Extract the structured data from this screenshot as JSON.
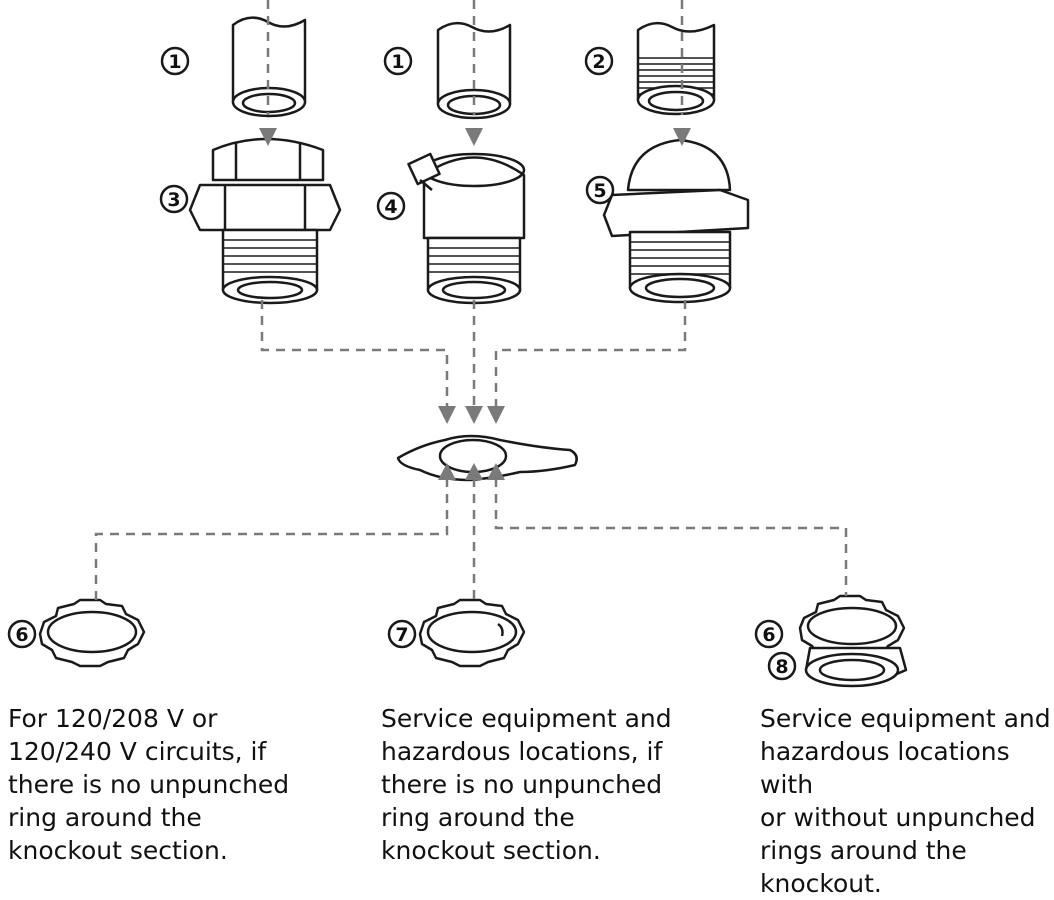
{
  "labels": {
    "n1a": "1",
    "n1b": "1",
    "n2": "2",
    "n3": "3",
    "n4": "4",
    "n5": "5",
    "n6a": "6",
    "n7": "7",
    "n6b": "6",
    "n8": "8"
  },
  "captions": {
    "left": "For 120/208 V or\n120/240 V circuits, if\nthere is no unpunched\nring around the\nknockout section.",
    "middle": "Service equipment and\nhazardous locations, if\nthere is no unpunched\nring around the\nknockout section.",
    "right": "Service equipment and\nhazardous locations with\nor without unpunched\nrings around the\nknockout."
  },
  "colors": {
    "ink": "#1a1a1a",
    "dashed_line": "#7a7a7a"
  }
}
